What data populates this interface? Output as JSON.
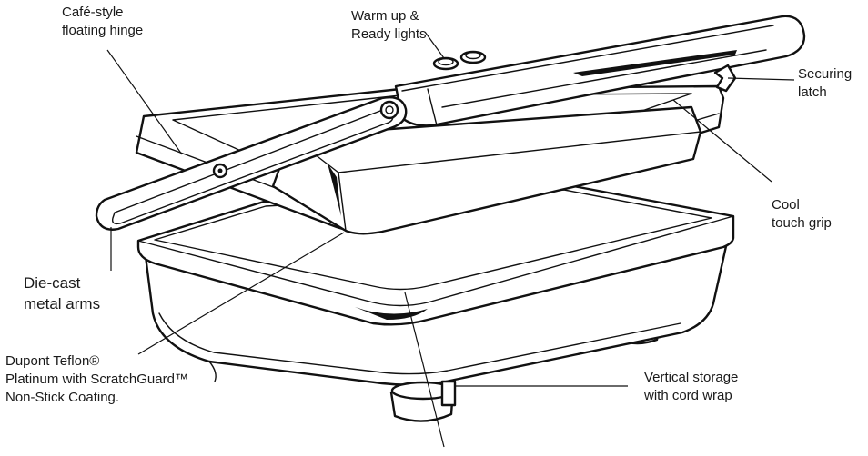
{
  "labels": {
    "hinge": [
      "Café-style",
      "floating hinge"
    ],
    "lights": [
      "Warm up &",
      "Ready lights"
    ],
    "latch": [
      "Securing",
      "latch"
    ],
    "grip": [
      "Cool",
      "touch grip"
    ],
    "arms": [
      "Die-cast",
      "metal arms"
    ],
    "coating": [
      "Dupont Teflon®",
      "Platinum with ScratchGuard™",
      "Non-Stick Coating."
    ],
    "storage": [
      "Vertical storage",
      "with cord wrap"
    ]
  }
}
